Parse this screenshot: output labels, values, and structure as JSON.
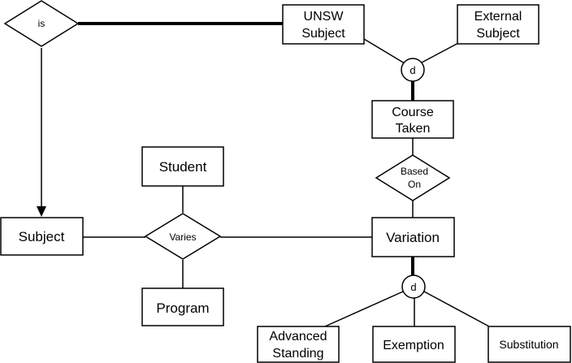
{
  "diagram": {
    "relationships": {
      "is": "is",
      "varies": "Varies",
      "based_on_line1": "Based",
      "based_on_line2": "On"
    },
    "entities": {
      "unsw_subject_line1": "UNSW",
      "unsw_subject_line2": "Subject",
      "external_subject_line1": "External",
      "external_subject_line2": "Subject",
      "course_taken_line1": "Course",
      "course_taken_line2": "Taken",
      "student": "Student",
      "subject": "Subject",
      "variation": "Variation",
      "program": "Program",
      "advanced_standing_line1": "Advanced",
      "advanced_standing_line2": "Standing",
      "exemption": "Exemption",
      "substitution": "Substitution"
    },
    "disjoint_markers": {
      "top": "d",
      "bottom": "d"
    }
  }
}
